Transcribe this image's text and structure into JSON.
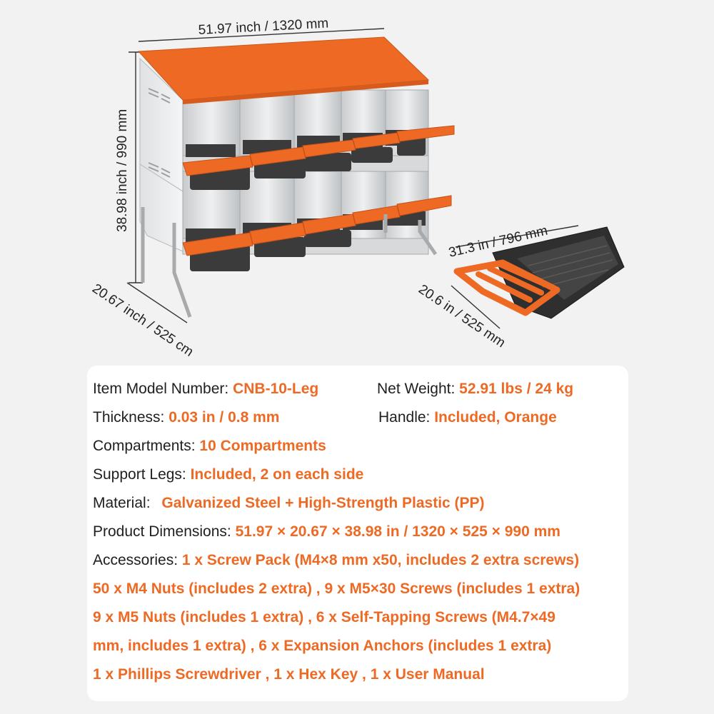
{
  "dimensions": {
    "width": "51.97 inch / 1320 mm",
    "height": "38.98 inch / 990 mm",
    "depth": "20.67 inch / 525 cm",
    "tray_length": "31.3 in / 796 mm",
    "tray_width": "20.6 in / 525 mm"
  },
  "specs": {
    "model": {
      "label": "Item Model Number: ",
      "value": "CNB-10-Leg"
    },
    "weight": {
      "label": "Net Weight: ",
      "value": "52.91 lbs / 24 kg"
    },
    "thickness": {
      "label": "Thickness: ",
      "value": "0.03 in / 0.8 mm"
    },
    "handle": {
      "label": "Handle: ",
      "value": "Included, Orange"
    },
    "compartments": {
      "label": "Compartments: ",
      "value": "10 Compartments"
    },
    "legs": {
      "label": "Support Legs: ",
      "value": "Included, 2 on each side"
    },
    "material": {
      "label": "Material: ",
      "value": "Galvanized Steel + High-Strength Plastic (PP)"
    },
    "product_dimensions": {
      "label": "Product Dimensions: ",
      "value": "51.97 × 20.67 × 38.98 in / 1320 × 525 × 990 mm"
    },
    "accessories": {
      "label": "Accessories: ",
      "lines": [
        "1 x Screw Pack (M4×8 mm x50, includes 2 extra screws)",
        "50 x M4 Nuts (includes 2 extra) , 9 x M5×30 Screws (includes 1 extra)",
        "9 x M5 Nuts (includes 1 extra) , 6 x Self-Tapping Screws (M4.7×49",
        "mm, includes 1 extra) , 6 x Expansion Anchors (includes 1 extra)",
        "1 x Phillips Screwdriver , 1 x Hex Key , 1 x User Manual"
      ]
    }
  },
  "colors": {
    "accent": "#ee6a24",
    "background": "#f2f2f2",
    "card": "#ffffff"
  }
}
